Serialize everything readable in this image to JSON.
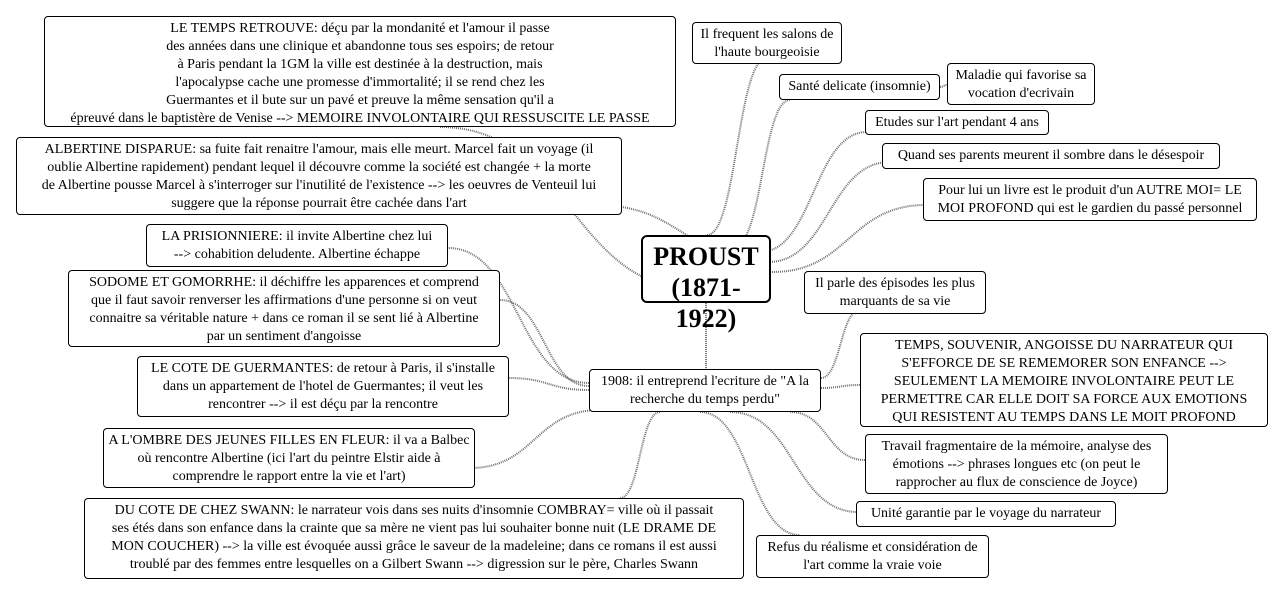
{
  "map": {
    "central": "PROUST\n(1871-1922)",
    "hub": "1908: il entreprend l'ecriture de \"A la\nrecherche du temps perdu\"",
    "right": {
      "salons": "Il frequent les salons de\nl'haute bourgeoisie",
      "sante": "Santé delicate (insomnie)",
      "maladie": "Maladie qui favorise sa\nvocation d'ecrivain",
      "etudes": "Etudes sur l'art pendant 4 ans",
      "parents": "Quand ses parents meurent il sombre dans le désespoir",
      "livre": "Pour lui un livre est le produit d'un AUTRE MOI= LE\nMOI PROFOND qui est le gardien du passé personnel",
      "episodes": "Il parle des épisodes les plus\nmarquants de sa vie",
      "temps": "TEMPS, SOUVENIR, ANGOISSE DU NARRATEUR QUI\nS'EFFORCE DE SE REMEMORER SON ENFANCE -->\nSEULEMENT LA MEMOIRE INVOLONTAIRE PEUT LE\nPERMETTRE CAR ELLE DOIT SA FORCE AUX EMOTIONS\nQUI RESISTENT AU TEMPS DANS LE MOIT PROFOND",
      "travail": "Travail fragmentaire de la mémoire, analyse des\némotions --> phrases longues etc (on peut le\nrapprocher au flux de conscience de Joyce)",
      "unite": "Unité garantie par le voyage du narrateur",
      "refus": "Refus du réalisme et considération de\nl'art comme la vraie voie"
    },
    "left": {
      "temps_retrouve": "LE TEMPS RETROUVE: déçu par la mondanité et l'amour il passe\ndes années dans une clinique et abandonne tous ses espoirs; de retour\nà Paris pendant la 1GM la ville est destinée à la destruction, mais\nl'apocalypse cache une promesse d'immortalité; il se rend chez les\nGuermantes et il bute sur un pavé et preuve la même sensation qu'il a\néprеuvé dans le baptistère de Venise --> MEMOIRE INVOLONTAIRE QUI RESSUSCITE LE PASSE",
      "albertine_disparue": "ALBERTINE DISPARUE: sa fuite fait renaitre l'amour, mais elle meurt. Marcel fait un voyage (il\noublie Albertine rapidement) pendant lequel il découvre comme la société est changée + la morte\nde Albertine pousse Marcel à s'interroger sur l'inutilité de l'existence --> les oeuvres de Venteuil lui\nsuggere que la réponse pourrait être cachée dans l'art",
      "prisonniere": "LA PRISIONNIERE: il invite Albertine chez lui\n--> cohabition deludente. Albertine échappe",
      "sodome": "SODOME ET GOMORRHE: il déchiffre les apparences et comprend\nque il faut savoir renverser les affirmations d'une personne si on veut\nconnaitre sa véritable nature + dans ce roman il se sent lié à Albertine\npar un sentiment d'angoisse",
      "guermantes": "LE COTE DE GUERMANTES: de retour à Paris, il s'installe\ndans un appartement de l'hotel de Guermantes; il veut les\nrencontrer --> il est déçu par la rencontre",
      "ombre": "A L'OMBRE DES JEUNES FILLES EN FLEUR: il va a Balbec\noù rencontre Albertine (ici l'art du peintre Elstir aide à\ncomprendre le rapport entre la vie et l'art)",
      "swann": "DU COTE DE CHEZ SWANN: le narrateur vois dans ses nuits d'insomnie COMBRAY= ville où il passait\nses étés dans son enfance dans la crainte que sa mère ne vient pas lui souhaiter bonne nuit (LE DRAME DE\nMON COUCHER) --> la ville est évoquée aussi grâce le saveur de la madeleine; dans ce romans il est aussi\ntroublé par des femmes entre lesquelles on a Gilbert Swann --> digression sur le père, Charles Swann"
    }
  }
}
